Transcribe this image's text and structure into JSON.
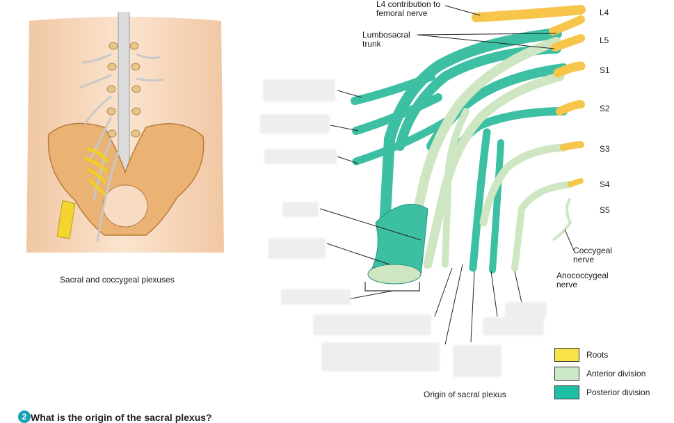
{
  "inset": {
    "caption": "Sacral and coccygeal plexuses"
  },
  "labels": {
    "l4_femoral": [
      "L4 contribution to",
      "femoral nerve"
    ],
    "lumbosacral": [
      "Lumbosacral",
      "trunk"
    ],
    "roots": [
      "L4",
      "L5",
      "S1",
      "S2",
      "S3",
      "S4",
      "S5"
    ],
    "coccygeal": [
      "Coccygeal",
      "nerve"
    ],
    "anococcygeal": [
      "Anococcygeal",
      "nerve"
    ],
    "origin": "Origin of sacral plexus"
  },
  "legend": [
    {
      "label": "Roots",
      "color": "#f7e24a"
    },
    {
      "label": "Anterior division",
      "color": "#cde8c8"
    },
    {
      "label": "Posterior division",
      "color": "#1fbfa6"
    }
  ],
  "question": {
    "number": "2",
    "text": "What is the origin of the sacral plexus?"
  },
  "colors": {
    "root": "#f6c54a",
    "anterior": "#cfe6c2",
    "posterior": "#3cbfa3",
    "skin": "#f7dcc3",
    "bone": "#e9b06a"
  }
}
